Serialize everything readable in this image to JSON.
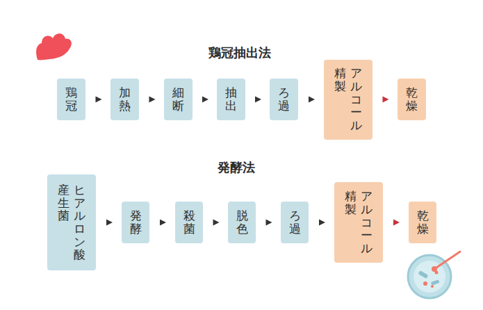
{
  "diagram": {
    "nodes": [
      {
        "text": [
          "鶏冠"
        ]
      },
      {
        "text": [
          "加熱"
        ]
      },
      {
        "text": [
          "細断"
        ]
      },
      {
        "text": [
          "抽出"
        ]
      },
      {
        "text": [
          "ろ過"
        ]
      },
      {
        "text": [
          "アルコール 精製"
        ]
      },
      {
        "text": [
          "乾燥"
        ]
      },
      {
        "text": [
          "ヒアルロン酸 産生菌"
        ]
      },
      {
        "text": [
          "発酵"
        ]
      },
      {
        "text": [
          "殺菌"
        ]
      },
      {
        "text": [
          "脱色"
        ]
      },
      {
        "text": [
          "ろ過"
        ]
      },
      {
        "text": [
          "アルコール 精製"
        ]
      },
      {
        "text": [
          "乾燥"
        ]
      }
    ],
    "edges": [
      {
        "from": 0,
        "to": 1,
        "arrow": "to"
      },
      {
        "from": 1,
        "to": 2,
        "arrow": "to"
      },
      {
        "from": 2,
        "to": 3,
        "arrow": "to"
      },
      {
        "from": 3,
        "to": 4,
        "arrow": "to"
      },
      {
        "from": 4,
        "to": 5,
        "arrow": "to"
      },
      {
        "from": 5,
        "to": 6,
        "arrow": "to"
      },
      {
        "from": 7,
        "to": 8,
        "arrow": "to"
      },
      {
        "from": 8,
        "to": 9,
        "arrow": "to"
      },
      {
        "from": 9,
        "to": 10,
        "arrow": "to"
      },
      {
        "from": 10,
        "to": 11,
        "arrow": "to"
      },
      {
        "from": 11,
        "to": 12,
        "arrow": "to"
      },
      {
        "from": 12,
        "to": 13,
        "arrow": "to"
      }
    ],
    "labels": [
      "鶏冠抽出法",
      "発酵法"
    ]
  }
}
